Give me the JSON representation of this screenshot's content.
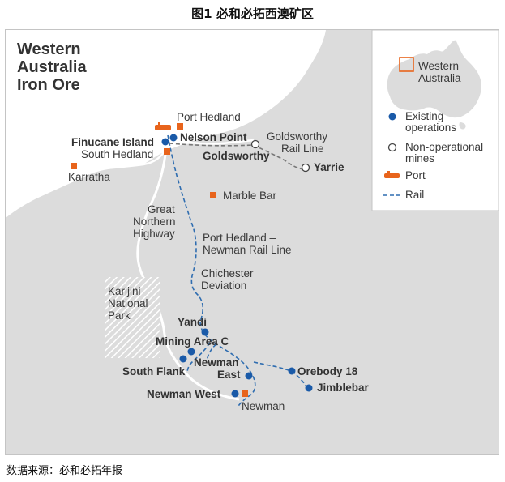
{
  "figure": {
    "title": "图1  必和必拓西澳矿区",
    "source_note": "数据来源：必和必拓年报"
  },
  "map": {
    "heading_lines": [
      "Western",
      "Australia",
      "Iron Ore"
    ],
    "colors": {
      "land": "#dcdcdc",
      "ocean": "#ffffff",
      "highway": "#ffffff",
      "rail": "#2f6db0",
      "operation": "#1a5aa8",
      "town": "#e8641c",
      "park_hatch": "#ffffff"
    },
    "towns": {
      "port_hedland": "Port Hedland",
      "south_hedland": "South Hedland",
      "karratha": "Karratha",
      "marble_bar": "Marble Bar",
      "newman": "Newman"
    },
    "sites": {
      "finucane_island": "Finucane Island",
      "nelson_point": "Nelson Point",
      "goldsworthy": "Goldsworthy",
      "yarrie": "Yarrie",
      "yandi": "Yandi",
      "mining_area_c": "Mining Area C",
      "south_flank": "South Flank",
      "newman_east_lines": [
        "Newman",
        "East"
      ],
      "orebody_18": "Orebody 18",
      "jimblebar": "Jimblebar",
      "newman_west": "Newman West"
    },
    "features": {
      "goldsworthy_rail_lines": [
        "Goldsworthy",
        "Rail Line"
      ],
      "great_northern_highway_lines": [
        "Great",
        "Northern",
        "Highway"
      ],
      "port_hedland_newman_rail_lines": [
        "Port Hedland –",
        "Newman Rail Line"
      ],
      "chichester_deviation_lines": [
        "Chichester",
        "Deviation"
      ],
      "karijini_park_lines": [
        "Karijini",
        "National",
        "Park"
      ]
    },
    "legend": {
      "inset_label_lines": [
        "Western",
        "Australia"
      ],
      "items": [
        {
          "symbol": "filled-circle",
          "label_lines": [
            "Existing",
            "operations"
          ]
        },
        {
          "symbol": "open-circle",
          "label_lines": [
            "Non-operational",
            "mines"
          ]
        },
        {
          "symbol": "port-icon",
          "label_lines": [
            "Port"
          ]
        },
        {
          "symbol": "dashed-line",
          "label_lines": [
            "Rail"
          ]
        }
      ]
    }
  }
}
